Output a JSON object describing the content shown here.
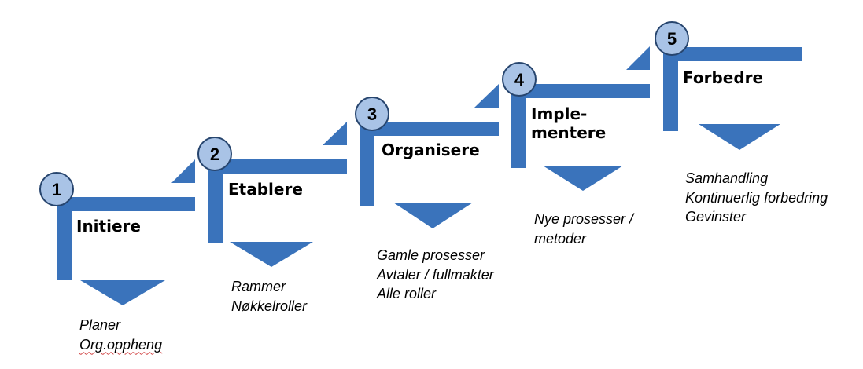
{
  "colors": {
    "bar": "#3a73bb",
    "circle_fill": "#a9c3e6",
    "circle_stroke": "#27456e",
    "text": "#000000",
    "spellcheck": "#d04040"
  },
  "steps": [
    {
      "number": "1",
      "title": [
        "Initiere"
      ],
      "notes": [
        "Planer",
        "Org.oppheng"
      ]
    },
    {
      "number": "2",
      "title": [
        "Etablere"
      ],
      "notes": [
        "Rammer",
        "Nøkkelroller"
      ]
    },
    {
      "number": "3",
      "title": [
        "Organisere"
      ],
      "notes": [
        "Gamle prosesser",
        "Avtaler / fullmakter",
        "Alle roller"
      ]
    },
    {
      "number": "4",
      "title": [
        "Imple-",
        "mentere"
      ],
      "notes": [
        "Nye prosesser /",
        "metoder"
      ]
    },
    {
      "number": "5",
      "title": [
        "Forbedre"
      ],
      "notes": [
        "Samhandling",
        "Kontinuerlig forbedring",
        "Gevinster"
      ]
    }
  ]
}
